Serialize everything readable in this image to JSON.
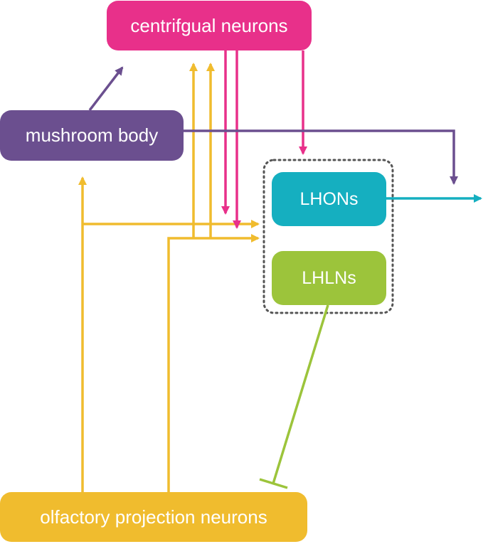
{
  "nodes": {
    "centrifugal": {
      "label": "centrifgual neurons",
      "color": "#e8308a"
    },
    "mushroom_body": {
      "label": "mushroom body",
      "color": "#6b4f8f"
    },
    "lhons": {
      "label": "LHONs",
      "color": "#15afc0"
    },
    "lhlns": {
      "label": "LHLNs",
      "color": "#9cc43b"
    },
    "olfactory_pn": {
      "label": "olfactory projection neurons",
      "color": "#f0bc2e"
    }
  },
  "edges": [
    {
      "from": "mushroom_body",
      "to": "centrifugal",
      "type": "excitatory",
      "color": "#6b4f8f"
    },
    {
      "from": "mushroom_body",
      "to": "lhon_output",
      "type": "excitatory",
      "color": "#6b4f8f"
    },
    {
      "from": "centrifugal",
      "to": "lateral_horn",
      "type": "excitatory",
      "color": "#e8308a"
    },
    {
      "from": "olfactory_pn",
      "to": "mushroom_body",
      "type": "excitatory",
      "color": "#f0bc2e"
    },
    {
      "from": "olfactory_pn",
      "to": "centrifugal",
      "type": "excitatory",
      "color": "#f0bc2e"
    },
    {
      "from": "olfactory_pn",
      "to": "lateral_horn",
      "type": "excitatory",
      "color": "#f0bc2e"
    },
    {
      "from": "lhlns",
      "to": "olfactory_pn",
      "type": "inhibitory",
      "color": "#9cc43b"
    },
    {
      "from": "lhons",
      "to": "output",
      "type": "excitatory",
      "color": "#15afc0"
    }
  ],
  "group_border_color": "#555555"
}
